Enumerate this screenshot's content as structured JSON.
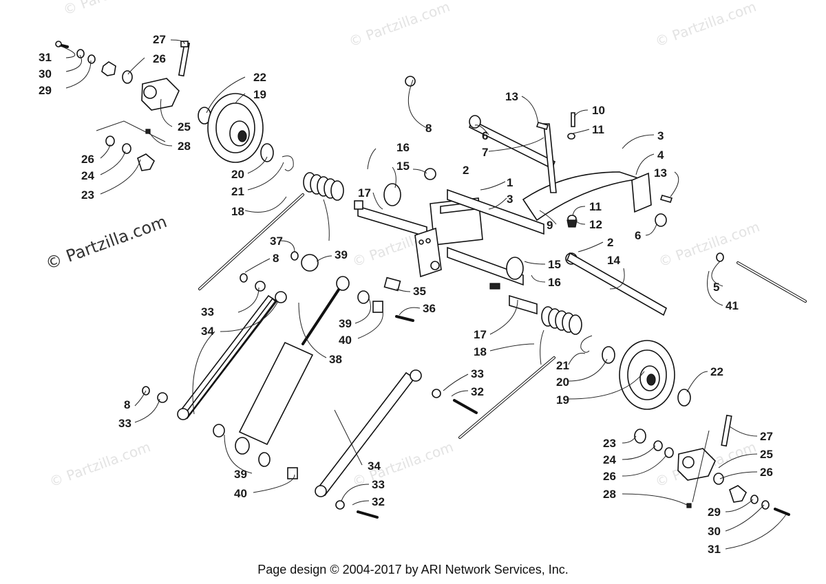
{
  "watermarks": [
    "© Partzilla.com",
    "© Partzilla.com",
    "© Partzilla.com",
    "© Partzilla.com",
    "© Partzilla.com",
    "© Partzilla.com",
    "© Partzilla.com",
    "© Partzilla.com",
    "© Partzilla.com",
    "© Partzilla.com"
  ],
  "watermark_main": "© Partzilla.com",
  "footer_text": "Page design © 2004-2017 by ARI Network Services, Inc.",
  "callouts": [
    "31",
    "30",
    "29",
    "27",
    "26",
    "22",
    "19",
    "25",
    "28",
    "26",
    "24",
    "23",
    "20",
    "21",
    "18",
    "8",
    "16",
    "15",
    "2",
    "17",
    "1",
    "3",
    "13",
    "10",
    "11",
    "6",
    "7",
    "3",
    "4",
    "13",
    "11",
    "12",
    "9",
    "6",
    "2",
    "14",
    "5",
    "41",
    "37",
    "39",
    "8",
    "33",
    "34",
    "35",
    "36",
    "39",
    "40",
    "38",
    "15",
    "16",
    "17",
    "18",
    "21",
    "20",
    "19",
    "22",
    "33",
    "32",
    "8",
    "33",
    "34",
    "39",
    "40",
    "33",
    "32",
    "23",
    "24",
    "26",
    "28",
    "27",
    "25",
    "26",
    "29",
    "30",
    "31"
  ]
}
